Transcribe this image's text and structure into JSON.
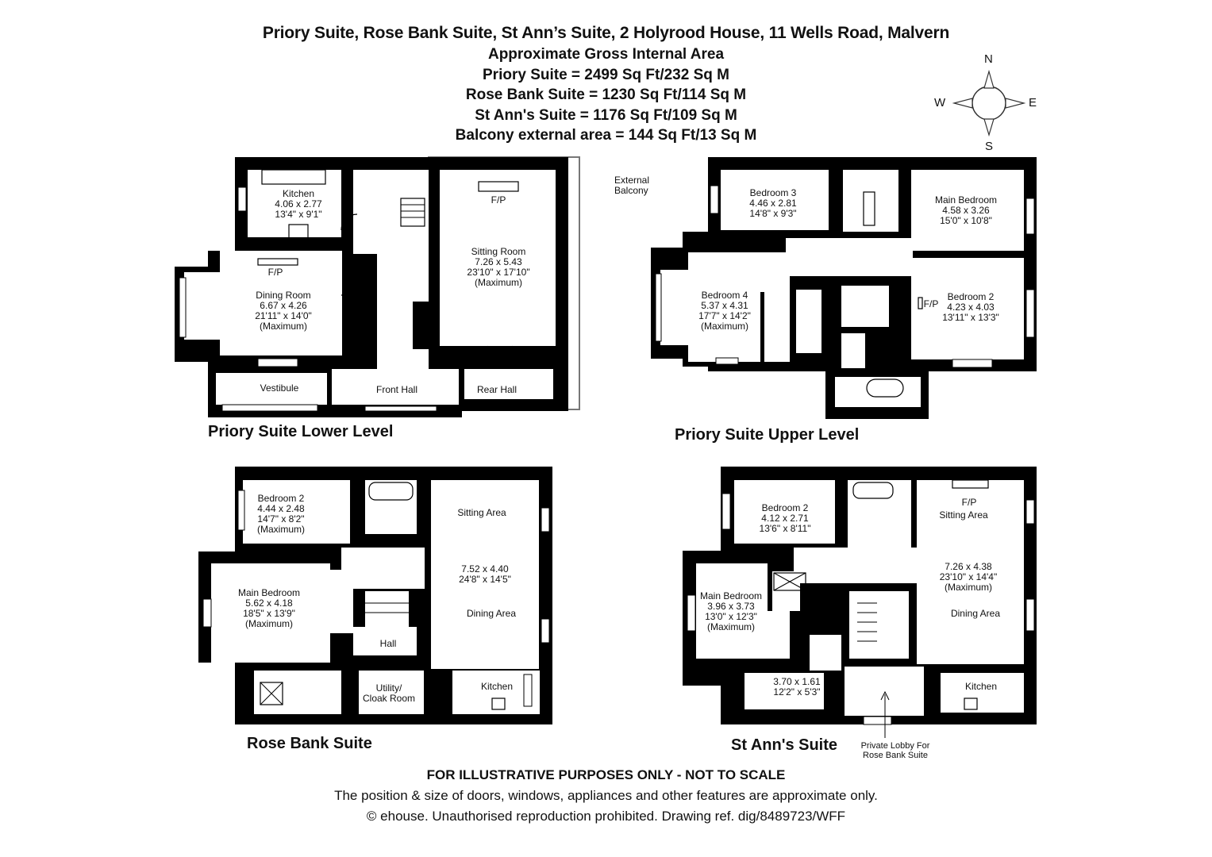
{
  "header": {
    "title": "Priory Suite, Rose Bank Suite, St Ann’s Suite, 2 Holyrood House, 11 Wells Road, Malvern",
    "subtitle": "Approximate Gross Internal Area",
    "areas": [
      "Priory Suite = 2499 Sq Ft/232 Sq M",
      "Rose Bank Suite = 1230 Sq Ft/114 Sq M",
      "St Ann's Suite = 1176 Sq Ft/109 Sq M",
      "Balcony external area = 144 Sq Ft/13 Sq M"
    ]
  },
  "compass": {
    "n": "N",
    "s": "S",
    "e": "E",
    "w": "W"
  },
  "plans": {
    "priory_lower": {
      "title": "Priory Suite Lower Level",
      "rooms": {
        "kitchen": [
          "Kitchen",
          "4.06 x 2.77",
          "13'4\" x 9'1\""
        ],
        "dining": [
          "Dining Room",
          "6.67 x 4.26",
          "21'11\" x 14'0\"",
          "(Maximum)"
        ],
        "sitting": [
          "Sitting Room",
          "7.26 x 5.43",
          "23'10\" x 17'10\"",
          "(Maximum)"
        ],
        "vestibule": "Vestibule",
        "front_hall": "Front Hall",
        "rear_hall": "Rear Hall",
        "fp1": "F/P",
        "fp2": "F/P",
        "balcony": [
          "External",
          "Balcony"
        ]
      }
    },
    "priory_upper": {
      "title": "Priory Suite Upper Level",
      "rooms": {
        "bedroom3": [
          "Bedroom 3",
          "4.46 x 2.81",
          "14'8\" x 9'3\""
        ],
        "main_bedroom": [
          "Main Bedroom",
          "4.58 x 3.26",
          "15'0\" x 10'8\""
        ],
        "bedroom4": [
          "Bedroom 4",
          "5.37 x 4.31",
          "17'7\" x 14'2\"",
          "(Maximum)"
        ],
        "bedroom2": [
          "Bedroom 2",
          "4.23 x 4.03",
          "13'11\" x 13'3\""
        ],
        "fp": "F/P"
      }
    },
    "rose_bank": {
      "title": "Rose Bank Suite",
      "rooms": {
        "bedroom2": [
          "Bedroom 2",
          "4.44 x 2.48",
          "14'7\" x 8'2\"",
          "(Maximum)"
        ],
        "main_bedroom": [
          "Main Bedroom",
          "5.62 x 4.18",
          "18'5\" x 13'9\"",
          "(Maximum)"
        ],
        "sitting_area": "Sitting Area",
        "living_dims": [
          "7.52 x 4.40",
          "24'8\" x 14'5\""
        ],
        "dining_area": "Dining Area",
        "hall": "Hall",
        "utility": [
          "Utility/",
          "Cloak Room"
        ],
        "kitchen": "Kitchen"
      }
    },
    "st_anns": {
      "title": "St Ann's Suite",
      "rooms": {
        "bedroom2": [
          "Bedroom 2",
          "4.12 x 2.71",
          "13'6\" x 8'11\""
        ],
        "main_bedroom": [
          "Main Bedroom",
          "3.96 x 3.73",
          "13'0\" x 12'3\"",
          "(Maximum)"
        ],
        "small_room": [
          "3.70 x 1.61",
          "12'2\" x 5'3\""
        ],
        "fp": "F/P",
        "sitting_area": "Sitting Area",
        "living_dims": [
          "7.26 x 4.38",
          "23'10\" x 14'4\"",
          "(Maximum)"
        ],
        "dining_area": "Dining Area",
        "kitchen": "Kitchen",
        "lobby_note": [
          "Private Lobby For",
          "Rose Bank Suite"
        ]
      }
    }
  },
  "footer": {
    "disclaimer": "FOR ILLUSTRATIVE PURPOSES ONLY - NOT TO SCALE",
    "note": "The position & size of doors, windows, appliances and other features are approximate only.",
    "copyright": "© ehouse. Unauthorised reproduction prohibited. Drawing ref. dig/8489723/WFF"
  }
}
